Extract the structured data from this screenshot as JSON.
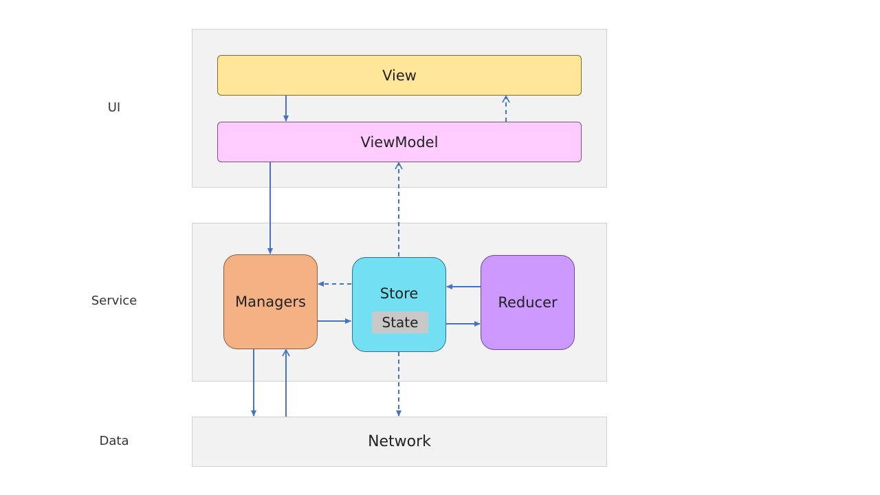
{
  "layers": {
    "ui": "UI",
    "service": "Service",
    "data": "Data"
  },
  "nodes": {
    "view": "View",
    "viewmodel": "ViewModel",
    "managers": "Managers",
    "store": "Store",
    "state": "State",
    "reducer": "Reducer",
    "network": "Network"
  },
  "colors": {
    "panel": "#f2f2f2",
    "view": "#ffe699",
    "viewmodel": "#ffccff",
    "managers": "#f4b183",
    "store": "#72e0f2",
    "state": "#c8c8c8",
    "reducer": "#cc99ff",
    "arrow": "#4472c4"
  }
}
